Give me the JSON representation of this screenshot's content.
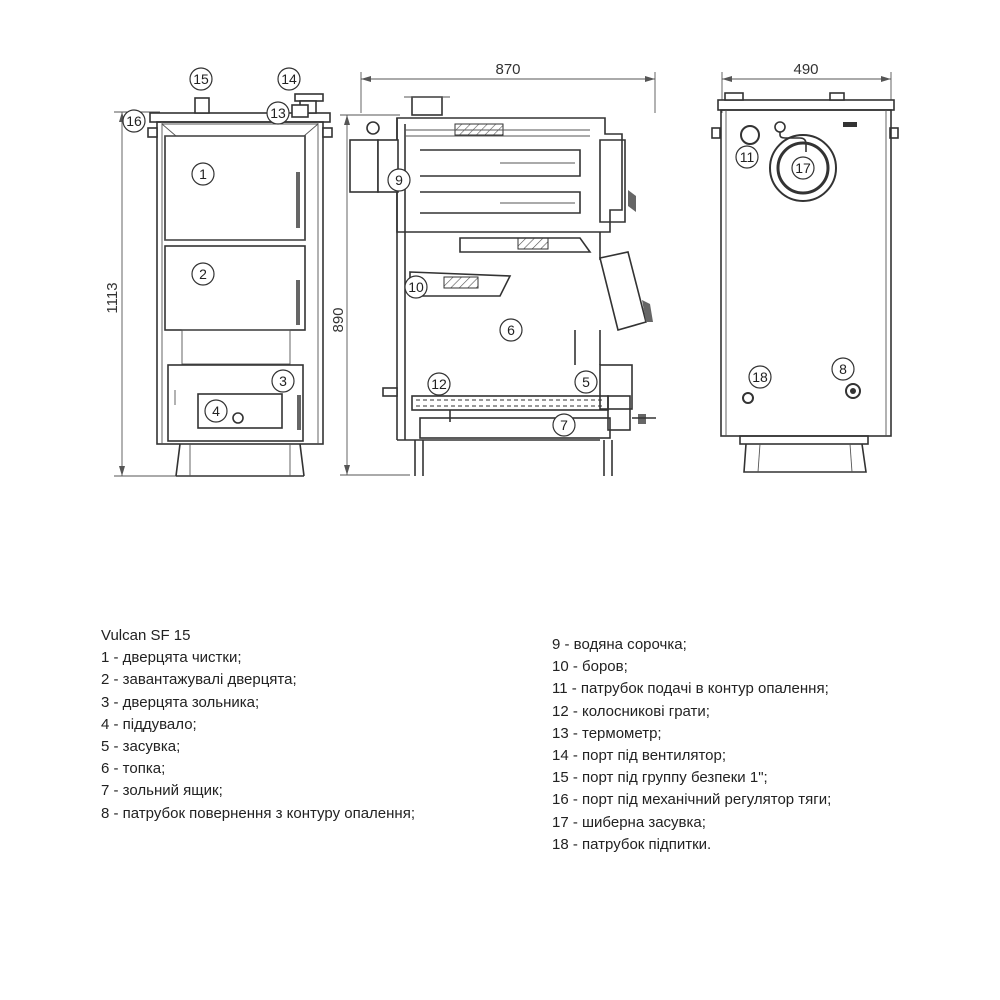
{
  "dimensions": {
    "height_total": "1113",
    "height_body": "890",
    "depth": "870",
    "width": "490"
  },
  "callouts": [
    "1",
    "2",
    "3",
    "4",
    "5",
    "6",
    "7",
    "8",
    "9",
    "10",
    "11",
    "12",
    "13",
    "14",
    "15",
    "16",
    "17",
    "18"
  ],
  "legend": {
    "title": "Vulcan SF 15",
    "left_items": [
      "1 - дверцята чистки;",
      "2 - завантажувалі дверцята;",
      "3 - дверцята зольника;",
      "4 - піддувало;",
      "5 - засувка;",
      "6 - топка;",
      "7 - зольний ящик;",
      "8 - патрубок повернення з контуру опалення;"
    ],
    "right_items": [
      "9 - водяна сорочка;",
      "10 - боров;",
      "11 - патрубок подачі в контур опалення;",
      "12 - колосникові грати;",
      "13 - термометр;",
      "14 - порт під вентилятор;",
      "15 - порт під группу безпеки 1\";",
      "16 - порт під механічний регулятор тяги;",
      "17 - шиберна засувка;",
      "18 - патрубок підпитки."
    ]
  }
}
